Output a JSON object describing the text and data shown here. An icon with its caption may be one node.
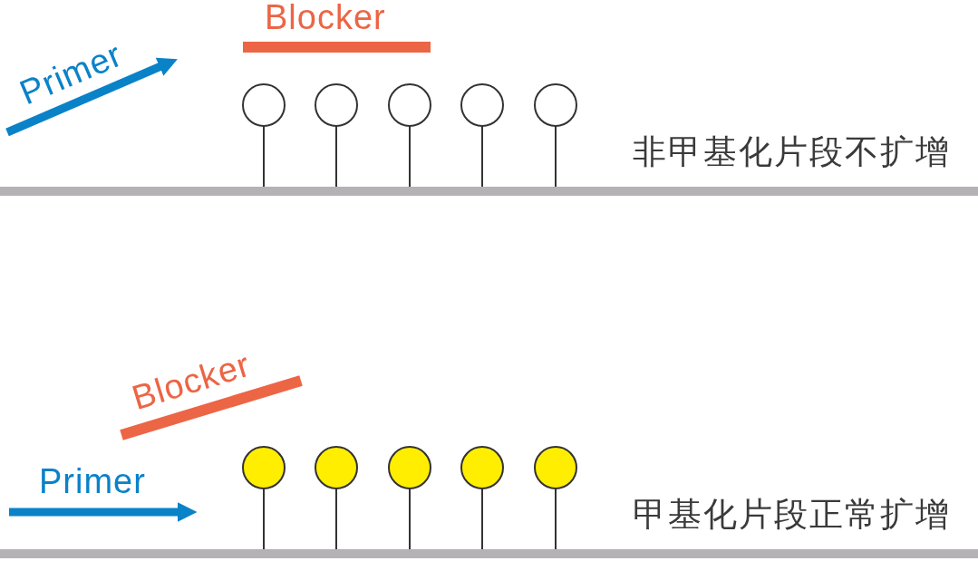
{
  "diagram": {
    "labels": [
      "Blocker",
      "Primer",
      "非甲基化片段不扩增",
      "Blocker",
      "Primer",
      "甲基化片段正常扩增"
    ]
  }
}
